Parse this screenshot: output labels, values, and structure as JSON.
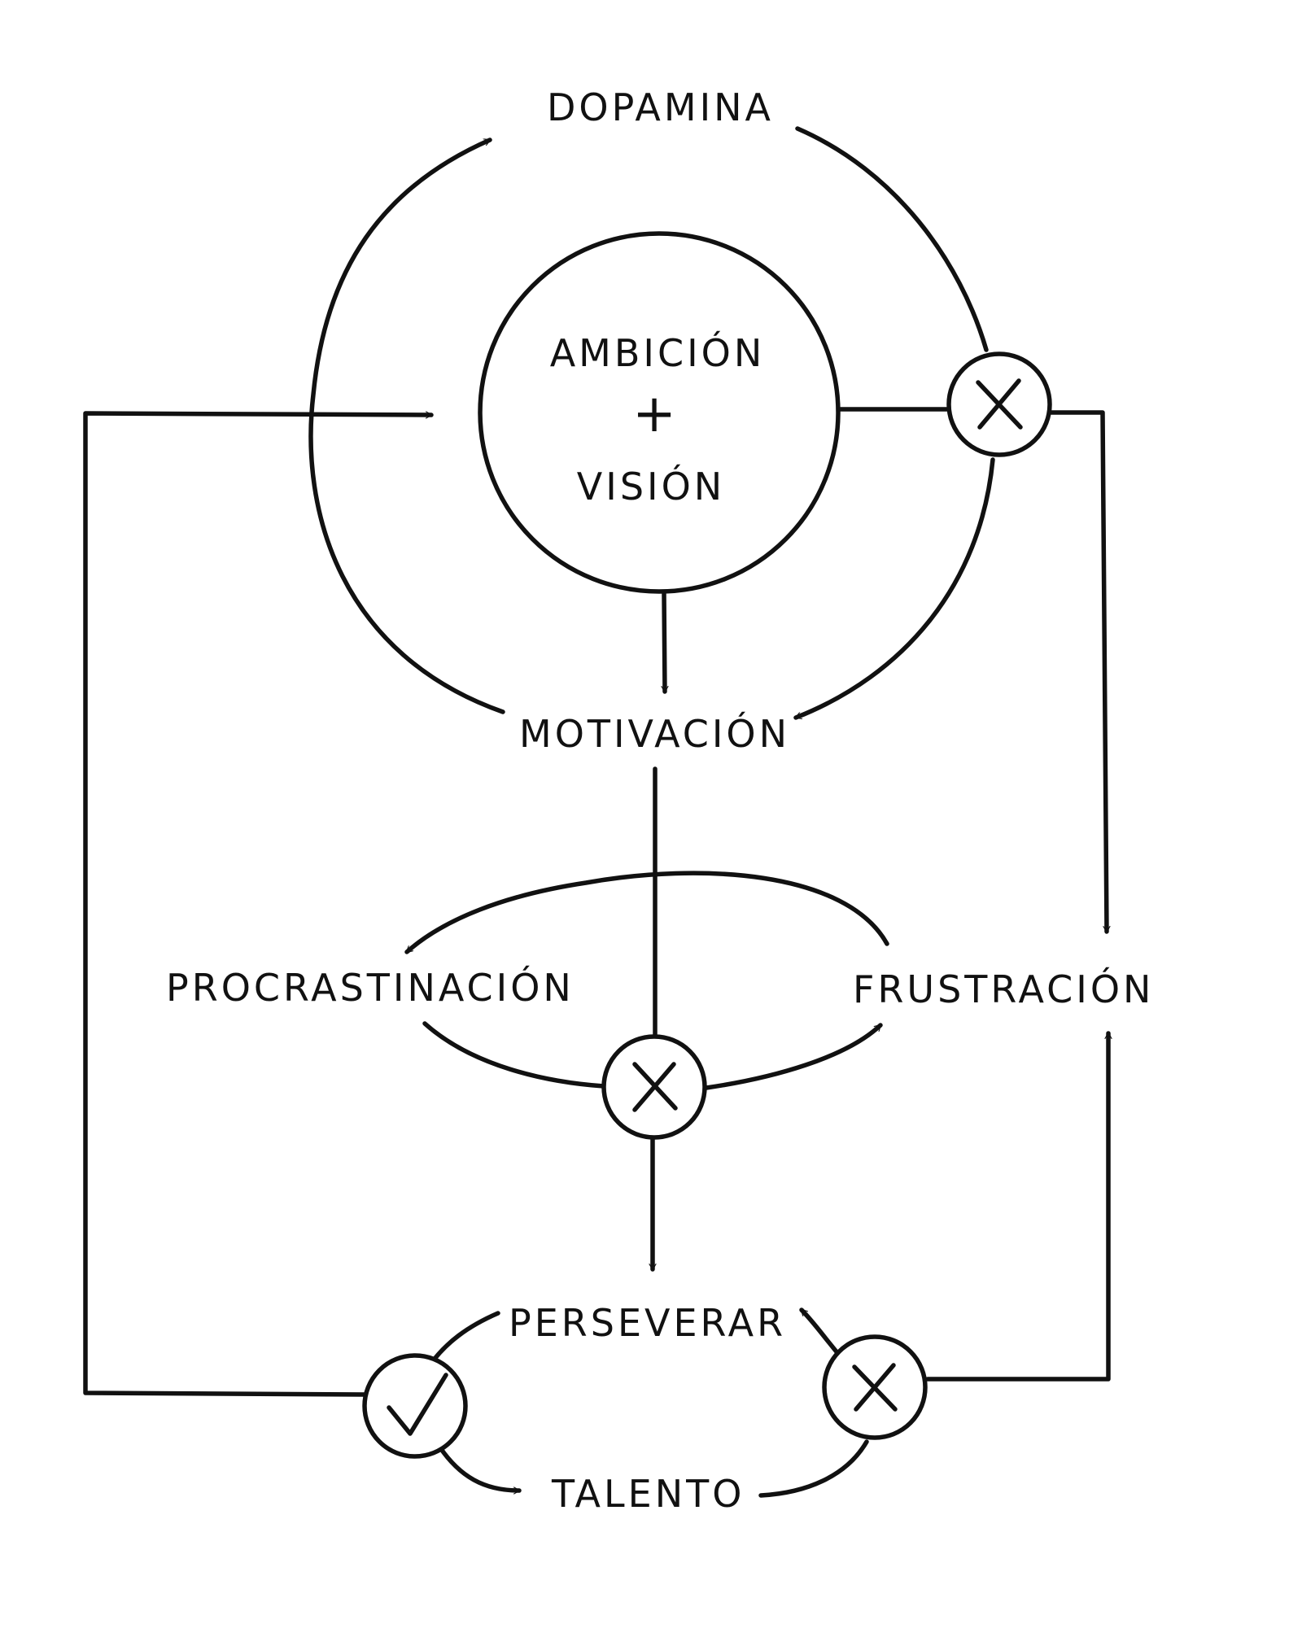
{
  "labels": {
    "dopamina": "DOPAMINA",
    "ambicion": "AMBICIÓN",
    "plus": "+",
    "vision": "VISIÓN",
    "motivacion": "MOTIVACIÓN",
    "procrastinacion": "PROCRASTINACIÓN",
    "frustracion": "FRUSTRACIÓN",
    "perseverar": "PERSEVERAR",
    "talento": "TALENTO"
  },
  "decision_nodes": {
    "top_right": "x-mark",
    "middle": "x-mark",
    "bottom_left": "check-mark",
    "bottom_right": "x-mark"
  },
  "colors": {
    "ink": "#111111",
    "background": "#ffffff"
  }
}
